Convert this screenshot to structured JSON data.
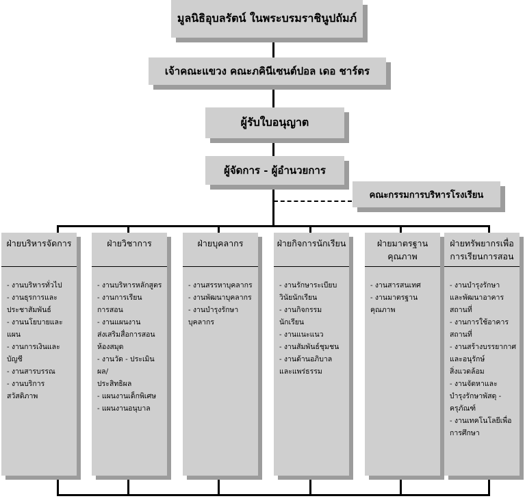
{
  "top": {
    "foundation": "มูลนิธิอุบลรัตน์ ในพระบรมราชินูปถัมภ์",
    "provincial": "เจ้าคณะแขวง คณะภคินีเซนต์ปอล เดอ ชาร์ตร",
    "licensee": "ผู้รับใบอนุญาต",
    "manager": "ผู้จัดการ - ผู้อำนวยการ",
    "committee": "คณะกรรมการบริหารโรงเรียน"
  },
  "departments": [
    {
      "title": "ฝ่ายบริหารจัดการ",
      "items": [
        "- งานบริหารทั่วไป",
        "- งานธุรการและ",
        "ประชาสัมพันธ์",
        "- งานนโยบายและแผน",
        "- งานการเงินและบัญชี",
        "- งานสารบรรณ",
        "- งานบริการสวัสดิภาพ"
      ]
    },
    {
      "title": "ฝ่ายวิชาการ",
      "items": [
        "- งานบริหารหลักสูตร",
        "- งานการเรียน",
        "การสอน",
        "- งานแผนงาน",
        "ส่งเสริมสื่อการสอน",
        "ห้องสมุด",
        "- งานวัด - ประเมินผล/",
        "ประสิทธิผล",
        "- แผนงานเด็กพิเศษ",
        "- แผนงานอนุบาล"
      ]
    },
    {
      "title": "ฝ่ายบุคลากร",
      "items": [
        "- งานสรรหาบุคลากร",
        "- งานพัฒนาบุคลากร",
        "- งานบำรุงรักษา",
        "บุคลากร"
      ]
    },
    {
      "title": "ฝ่ายกิจการนักเรียน",
      "items": [
        "- งานรักษาระเบียบ",
        "วินัยนักเรียน",
        "- งานกิจกรรม",
        "นักเรียน",
        "- งานแนะแนว",
        "- งานสัมพันธ์ชุมชน",
        "- งานด้านอภิบาล",
        "และแพร่ธรรม"
      ]
    },
    {
      "title": "ฝ่ายมาตรฐาน คุณภาพ",
      "items": [
        "- งานสารสนเทศ",
        "- งานมาตรฐาน",
        "คุณภาพ"
      ]
    },
    {
      "title": "ฝ่ายทรัพยากรเพื่อ การเรียนการสอน",
      "items": [
        "- งานบำรุงรักษา",
        "และพัฒนาอาคาร",
        "สถานที่",
        "- งานการใช้อาคาร",
        "สถานที่",
        "- งานสร้างบรรยากาศ",
        "และอนุรักษ์",
        "สิ่งแวดล้อม",
        "- งานจัดหาและ",
        "บำรุงรักษาพัสดุ -",
        "ครุภัณฑ์",
        "- งานเทคโนโลยีเพื่อ",
        "การศึกษา"
      ]
    }
  ]
}
